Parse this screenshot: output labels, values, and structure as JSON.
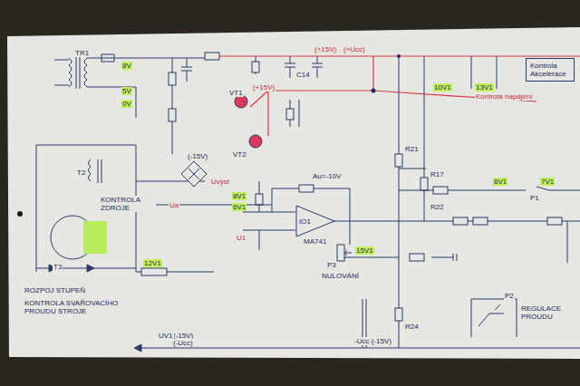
{
  "diagram": {
    "nodes": [
      {
        "text": [
          "IO1"
        ]
      },
      {
        "text": [
          "Kontrola Akcelerace"
        ]
      }
    ],
    "labels": [
      "TR1",
      "8V",
      "5V",
      "0V",
      "(+15V)",
      "(+Ucc)",
      "(+15V)",
      "(-15V)",
      "Kontrola napájení",
      "Au=-10V",
      "MA741",
      "KONTROLA ZDROJE",
      "ROZPOJ STUPEŇ",
      "KONTROLA SVAŘOVACÍHO PROUDU STROJE",
      "(-15V)",
      "(-Ucc)",
      "-Ucc (-15V)",
      "P3",
      "P2",
      "P1",
      "T3",
      "T2",
      "VT1",
      "VT2",
      "12V1",
      "8V1",
      "6V1",
      "15V1",
      "6V1",
      "7V1",
      "10V1",
      "13V1",
      "U1",
      "Ua",
      "Uvýst",
      "REGULACE PROUDU",
      "NULOVÁNÍ",
      "R24",
      "R21",
      "R22",
      "R17",
      "C14",
      "UV1"
    ]
  }
}
